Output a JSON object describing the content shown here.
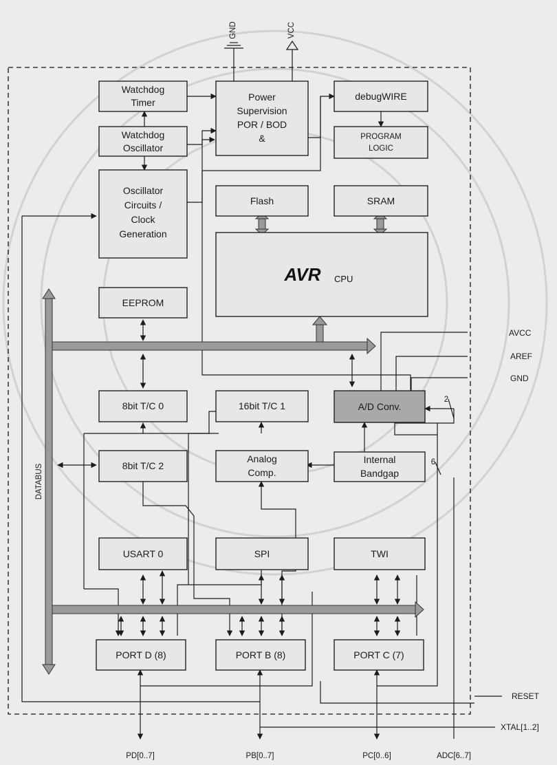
{
  "blocks": {
    "watchdog_timer": "Watchdog Timer",
    "watchdog_oscillator": "Watchdog Oscillator",
    "oscillator": "Oscillator Circuits / Clock Generation",
    "power_supervision": "Power Supervision POR / BOD & RESET",
    "debugwire": "debugWIRE",
    "program_logic": "PROGRAM LOGIC",
    "flash": "Flash",
    "sram": "SRAM",
    "cpu_logo": "AVR",
    "cpu_label": "CPU",
    "eeprom": "EEPROM",
    "tc0": "8bit T/C 0",
    "tc1": "16bit T/C 1",
    "adc": "A/D Conv.",
    "tc2": "8bit T/C 2",
    "analog_comp": "Analog Comp.",
    "bandgap": "Internal Bandgap",
    "usart": "USART 0",
    "spi": "SPI",
    "twi": "TWI",
    "port_d": "PORT D (8)",
    "port_b": "PORT B (8)",
    "port_c": "PORT C (7)"
  },
  "labels": {
    "databus": "DATABUS",
    "gnd_top": "GND",
    "vcc_top": "VCC",
    "avcc": "AVCC",
    "aref": "AREF",
    "gnd_right": "GND",
    "reset": "RESET",
    "xtal": "XTAL[1..2]",
    "pd": "PD[0..7]",
    "pb": "PB[0..7]",
    "pc": "PC[0..6]",
    "adc_pins": "ADC[6..7]",
    "bus_width_2": "2",
    "bus_width_6": "6"
  },
  "colors": {
    "background": "#ececec",
    "block_fill": "#e7e7e7",
    "adc_fill": "#a9a9a9",
    "bus_fill": "#9a9a9a",
    "line": "#1c1c1c"
  }
}
